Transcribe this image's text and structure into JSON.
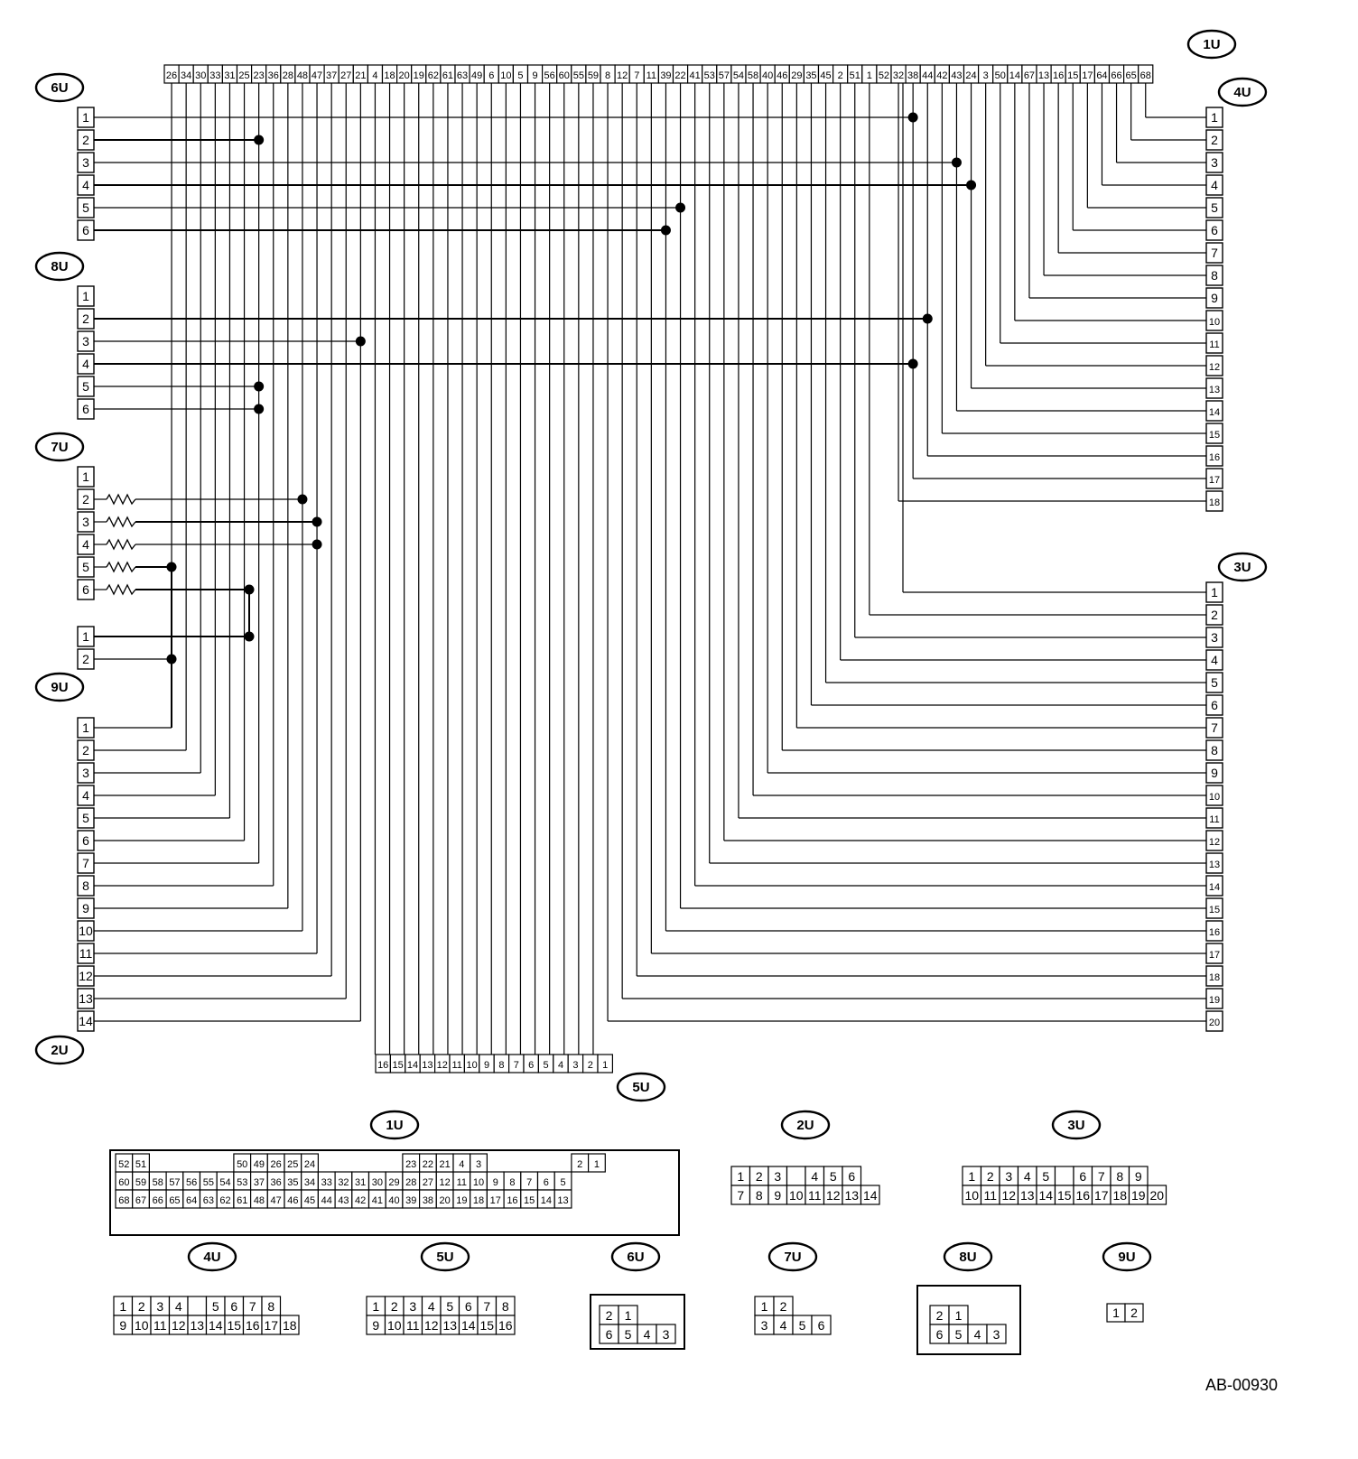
{
  "connectors": {
    "1U": {
      "label": "1U",
      "pins": [
        "26",
        "34",
        "30",
        "33",
        "31",
        "25",
        "23",
        "36",
        "28",
        "48",
        "47",
        "37",
        "27",
        "21",
        "4",
        "18",
        "20",
        "19",
        "62",
        "61",
        "63",
        "49",
        "6",
        "10",
        "5",
        "9",
        "56",
        "60",
        "55",
        "59",
        "8",
        "12",
        "7",
        "11",
        "39",
        "22",
        "41",
        "53",
        "57",
        "54",
        "58",
        "40",
        "46",
        "29",
        "35",
        "45",
        "2",
        "51",
        "1",
        "52",
        "32",
        "38",
        "44",
        "42",
        "43",
        "24",
        "3",
        "50",
        "14",
        "67",
        "13",
        "16",
        "15",
        "17",
        "64",
        "66",
        "65",
        "68"
      ]
    },
    "6U": {
      "label": "6U",
      "pins": [
        "1",
        "2",
        "3",
        "4",
        "5",
        "6"
      ]
    },
    "8U": {
      "label": "8U",
      "pins": [
        "1",
        "2",
        "3",
        "4",
        "5",
        "6"
      ]
    },
    "7U": {
      "label": "7U",
      "pins": [
        "1",
        "2",
        "3",
        "4",
        "5",
        "6"
      ]
    },
    "9U": {
      "label": "9U",
      "pins": [
        "1",
        "2"
      ]
    },
    "2U": {
      "label": "2U",
      "pins": [
        "1",
        "2",
        "3",
        "4",
        "5",
        "6",
        "7",
        "8",
        "9",
        "10",
        "11",
        "12",
        "13",
        "14"
      ]
    },
    "4U": {
      "label": "4U",
      "pins": [
        "1",
        "2",
        "3",
        "4",
        "5",
        "6",
        "7",
        "8",
        "9",
        "10",
        "11",
        "12",
        "13",
        "14",
        "15",
        "16",
        "17",
        "18"
      ]
    },
    "3U": {
      "label": "3U",
      "pins": [
        "1",
        "2",
        "3",
        "4",
        "5",
        "6",
        "7",
        "8",
        "9",
        "10",
        "11",
        "12",
        "13",
        "14",
        "15",
        "16",
        "17",
        "18",
        "19",
        "20"
      ]
    },
    "5U": {
      "label": "5U",
      "pins": [
        "16",
        "15",
        "14",
        "13",
        "12",
        "11",
        "10",
        "9",
        "8",
        "7",
        "6",
        "5",
        "4",
        "3",
        "2",
        "1"
      ]
    }
  },
  "faces": {
    "1U": {
      "label": "1U",
      "rows": [
        [
          "52",
          "51",
          "",
          "",
          "",
          "",
          "",
          "50",
          "49",
          "26",
          "25",
          "24",
          "",
          "",
          "",
          "",
          "",
          "23",
          "22",
          "21",
          "4",
          "3",
          "",
          "",
          "",
          "",
          "",
          "2",
          "1"
        ],
        [
          "60",
          "59",
          "58",
          "57",
          "56",
          "55",
          "54",
          "53",
          "37",
          "36",
          "35",
          "34",
          "33",
          "32",
          "31",
          "30",
          "29",
          "28",
          "27",
          "12",
          "11",
          "10",
          "9",
          "8",
          "7",
          "6",
          "5"
        ],
        [
          "68",
          "67",
          "66",
          "65",
          "64",
          "63",
          "62",
          "61",
          "48",
          "47",
          "46",
          "45",
          "44",
          "43",
          "42",
          "41",
          "40",
          "39",
          "38",
          "20",
          "19",
          "18",
          "17",
          "16",
          "15",
          "14",
          "13"
        ]
      ]
    },
    "2U": {
      "label": "2U",
      "rows": [
        [
          "1",
          "2",
          "3",
          "",
          "4",
          "5",
          "6"
        ],
        [
          "7",
          "8",
          "9",
          "10",
          "11",
          "12",
          "13",
          "14"
        ]
      ]
    },
    "3U": {
      "label": "3U",
      "rows": [
        [
          "1",
          "2",
          "3",
          "4",
          "5",
          "",
          "6",
          "7",
          "8",
          "9"
        ],
        [
          "10",
          "11",
          "12",
          "13",
          "14",
          "15",
          "16",
          "17",
          "18",
          "19",
          "20"
        ]
      ]
    },
    "4U": {
      "label": "4U",
      "rows": [
        [
          "1",
          "2",
          "3",
          "4",
          "",
          "5",
          "6",
          "7",
          "8"
        ],
        [
          "9",
          "10",
          "11",
          "12",
          "13",
          "14",
          "15",
          "16",
          "17",
          "18"
        ]
      ]
    },
    "5U": {
      "label": "5U",
      "rows": [
        [
          "1",
          "2",
          "3",
          "4",
          "5",
          "6",
          "7",
          "8"
        ],
        [
          "9",
          "10",
          "11",
          "12",
          "13",
          "14",
          "15",
          "16"
        ]
      ]
    },
    "6U": {
      "label": "6U",
      "rows": [
        [
          "2",
          "1"
        ],
        [
          "6",
          "5",
          "4",
          "3"
        ]
      ]
    },
    "7U": {
      "label": "7U",
      "rows": [
        [
          "1",
          "2"
        ],
        [
          "3",
          "4",
          "5",
          "6"
        ]
      ]
    },
    "8U": {
      "label": "8U",
      "rows": [
        [
          "2",
          "1"
        ],
        [
          "6",
          "5",
          "4",
          "3"
        ]
      ]
    },
    "9U": {
      "label": "9U",
      "rows": [
        [
          "1",
          "2"
        ]
      ]
    }
  },
  "reference": "AB-00930"
}
